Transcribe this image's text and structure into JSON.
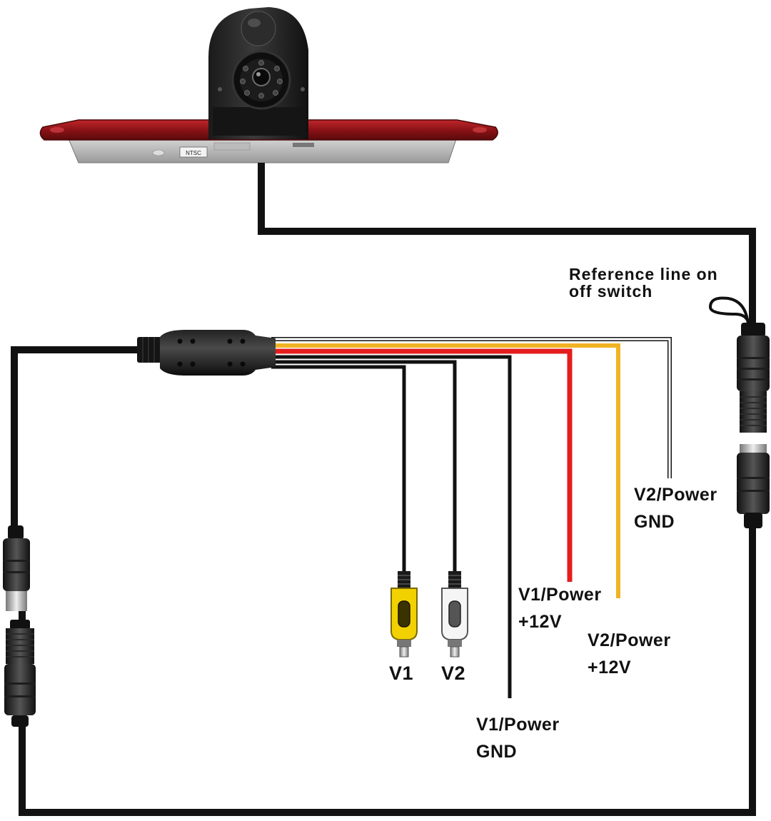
{
  "camera": {
    "badge": "NTSC"
  },
  "labels": {
    "reference_switch": {
      "line1": "Reference line on",
      "line2": "off switch"
    },
    "v1_plug": "V1",
    "v2_plug": "V2",
    "v1_power_gnd": {
      "line1": "V1/Power",
      "line2": "GND"
    },
    "v1_power_12v": {
      "line1": "V1/Power",
      "line2": "+12V"
    },
    "v2_power_12v": {
      "line1": "V2/Power",
      "line2": "+12V"
    },
    "v2_power_gnd": {
      "line1": "V2/Power",
      "line2": "GND"
    }
  },
  "colors": {
    "cable_black": "#111111",
    "wire_red": "#e51d1d",
    "wire_yellow": "#f0b323",
    "rca_yellow": "#f2d100",
    "brake_light_red": "#8e1418"
  }
}
